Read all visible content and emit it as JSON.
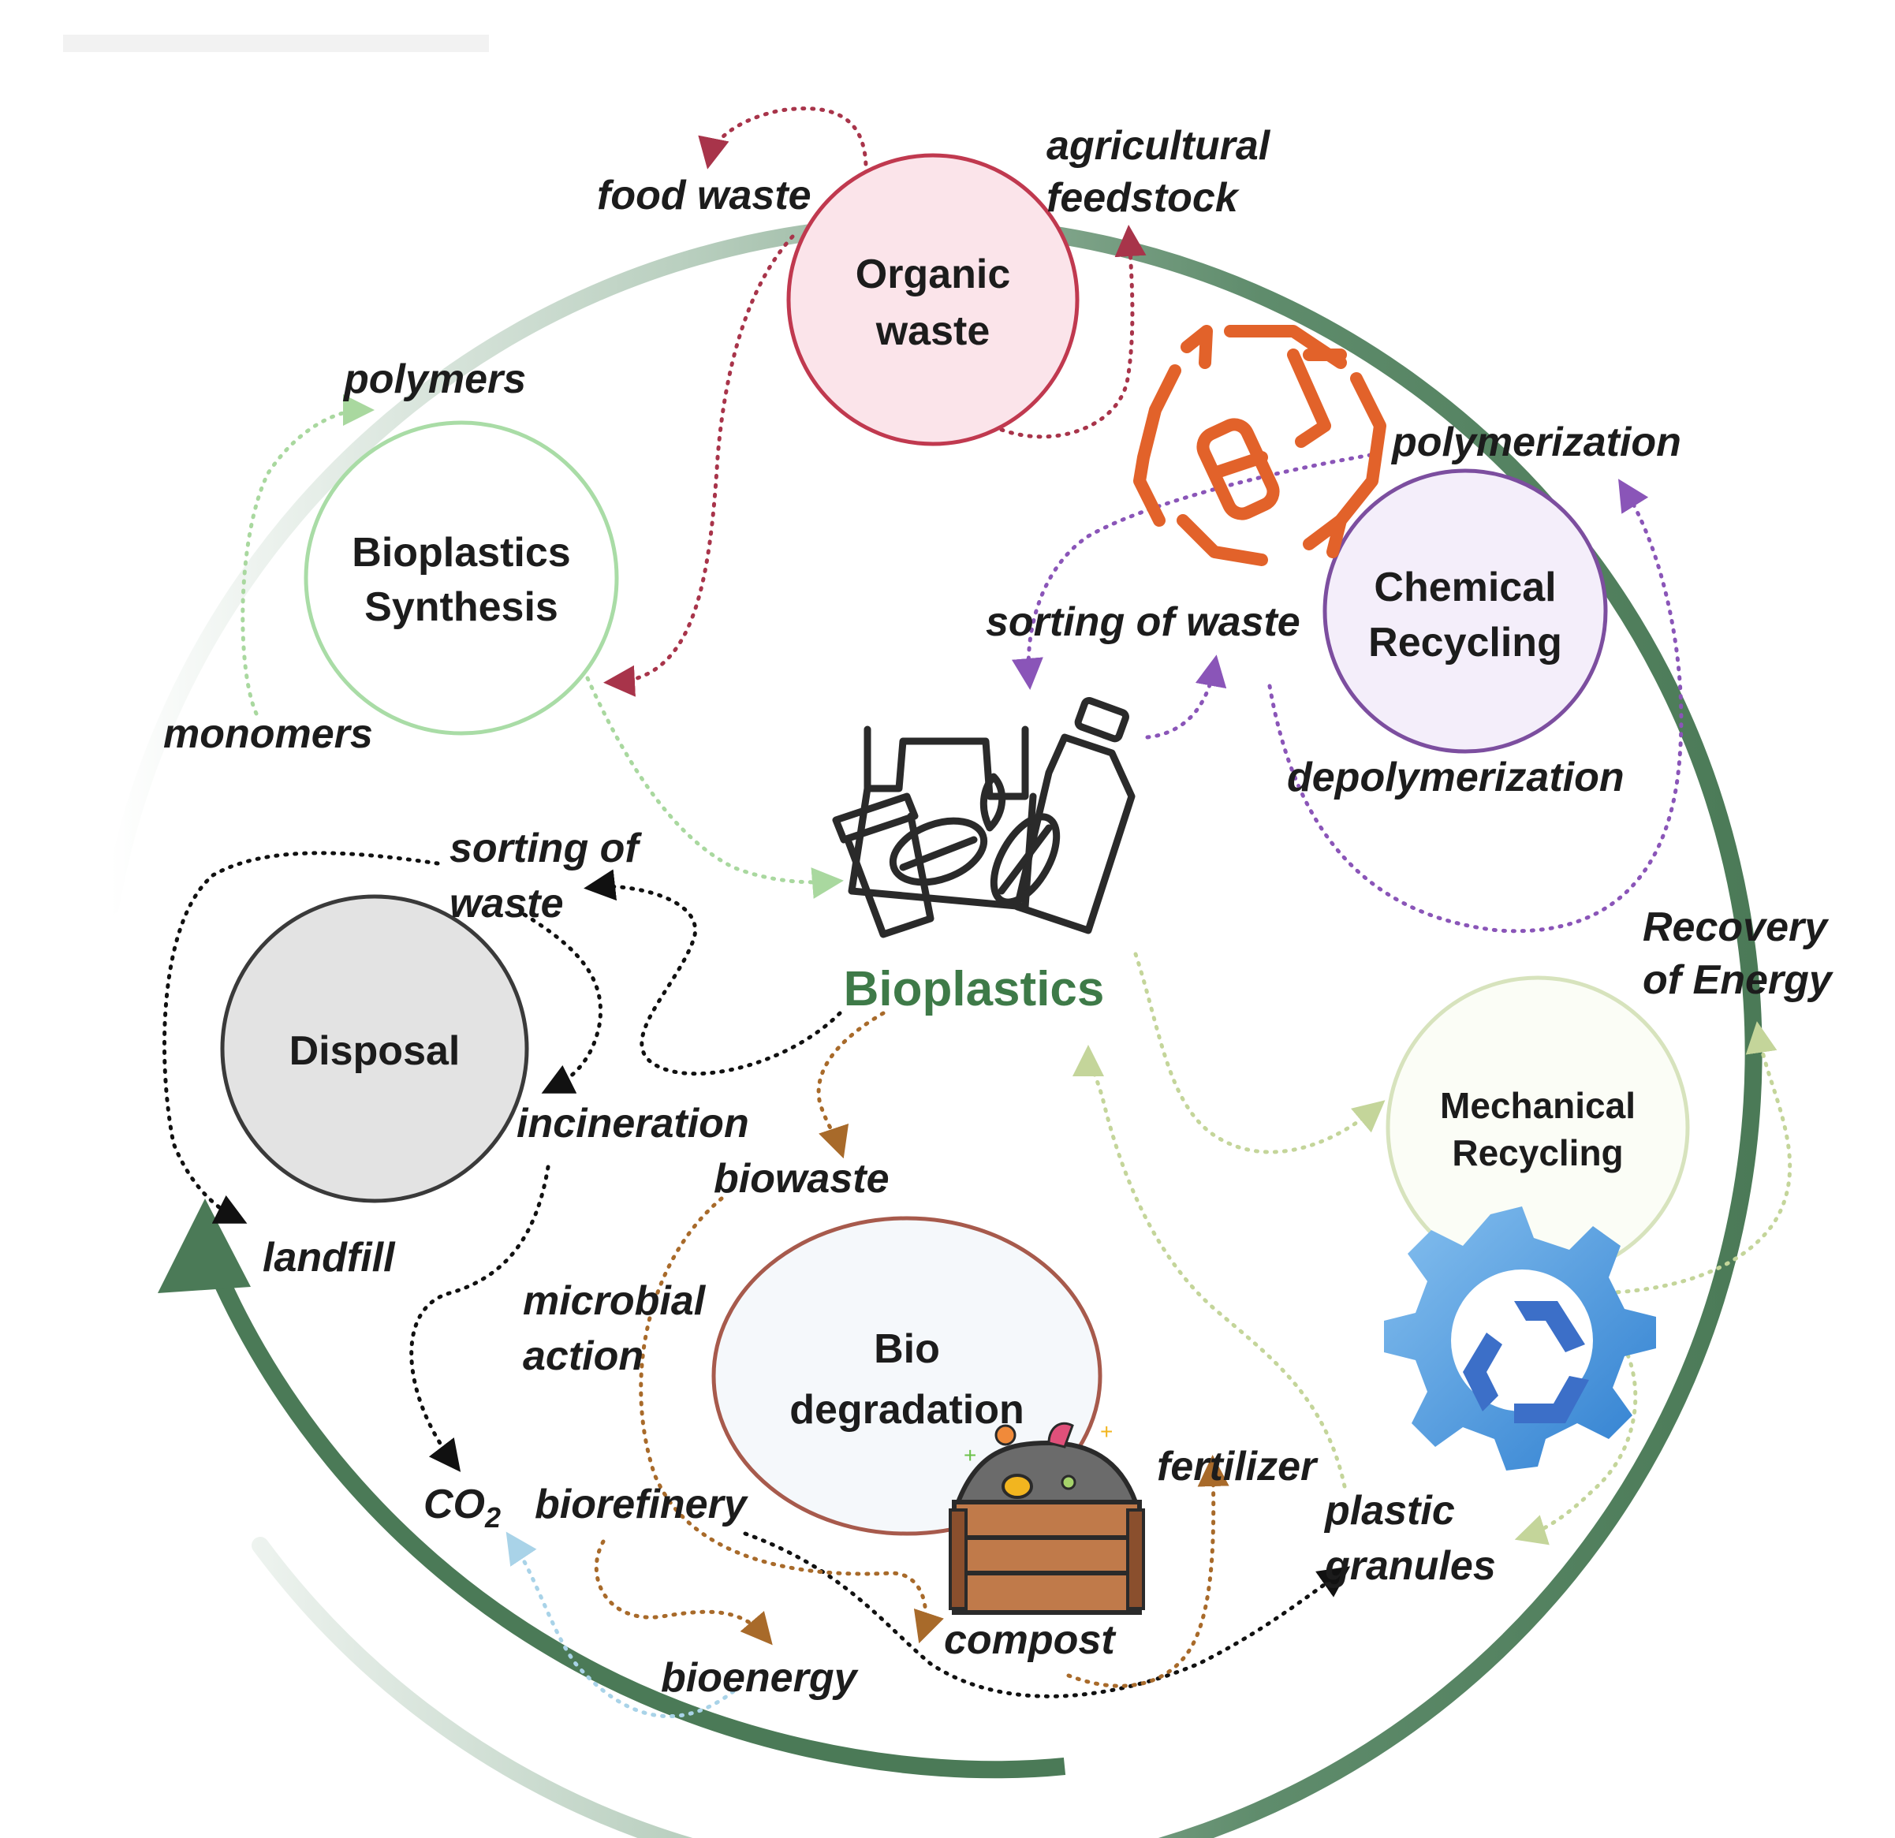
{
  "nodes": {
    "organic_waste": [
      "Organic",
      "waste"
    ],
    "bioplastics_synthesis": [
      "Bioplastics",
      "Synthesis"
    ],
    "chemical_recycling": [
      "Chemical",
      "Recycling"
    ],
    "disposal": [
      "Disposal"
    ],
    "biodegradation": [
      "Bio",
      "degradation"
    ],
    "mechanical_recycling": [
      "Mechanical",
      "Recycling"
    ]
  },
  "center_label": "Bioplastics",
  "labels": {
    "food_waste": "food waste",
    "agricultural_feedstock": [
      "agricultural",
      "feedstock"
    ],
    "polymers": "polymers",
    "monomers": "monomers",
    "polymerization": "polymerization",
    "sorting_of_waste_right": "sorting of waste",
    "depolymerization": "depolymerization",
    "sorting_of_waste_left": [
      "sorting of",
      "waste"
    ],
    "recovery_of_energy": [
      "Recovery",
      "of Energy"
    ],
    "incineration": "incineration",
    "biowaste": "biowaste",
    "landfill": "landfill",
    "microbial_action": [
      "microbial",
      "action"
    ],
    "co2": "CO",
    "co2_subscript": "2",
    "biorefinery": "biorefinery",
    "fertilizer": "fertilizer",
    "plastic_granules": [
      "plastic",
      "granules"
    ],
    "compost": "compost",
    "bioenergy": "bioenergy"
  },
  "colors": {
    "outer_arrow": "#4e7d5c",
    "organic": "#c0394f",
    "organic_fill": "#fbe4ea",
    "synthesis": "#a9dca6",
    "chemical": "#7c4e9f",
    "chemical_fill": "#f4eefa",
    "disposal": "#3a3a3a",
    "disposal_fill": "#e3e3e3",
    "biodeg": "#a75a4c",
    "biodeg_fill": "#f5f8fb",
    "mechanical": "#d7e3bd",
    "mechanical_fill": "#fbfdf6",
    "center_text": "#3e7a48",
    "recycle_icon": "#e2622a",
    "gear": "#4a90d9"
  },
  "icons": [
    "recycle-bottle-icon",
    "bioplastics-products-icon",
    "compost-bin-icon",
    "gear-recycle-icon"
  ]
}
